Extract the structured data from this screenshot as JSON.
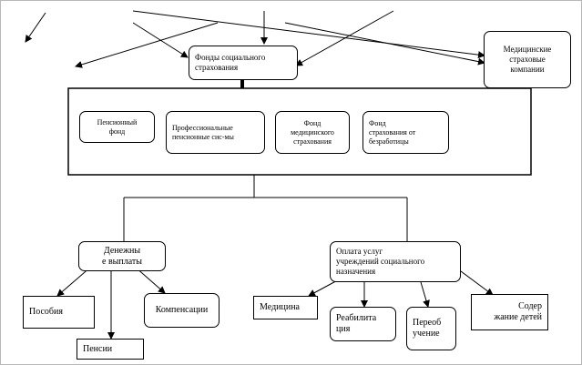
{
  "diagram": {
    "top_node": "Фонды    социального\nстрахования",
    "insurers_node": "Медицинские\nстраховые\nкомпании",
    "funds": [
      "Пенсионный\nфонд",
      "Профессиональные\nпенсионные сис-мы",
      "Фонд\nмедицинского\nстрахования",
      "Фонд\nстрахования      от\nбезработицы"
    ],
    "cash_node": "Денежны\nе выплаты",
    "cash_items": [
      "Пособия",
      "Пенсии",
      "Компенсации"
    ],
    "services_node": "Оплата             услуг\nучреждений   социального\nназначения",
    "service_items": [
      "Медицина",
      "Реабилита\nция",
      "Переоб\nучение",
      "Содер\nжание детей"
    ]
  }
}
